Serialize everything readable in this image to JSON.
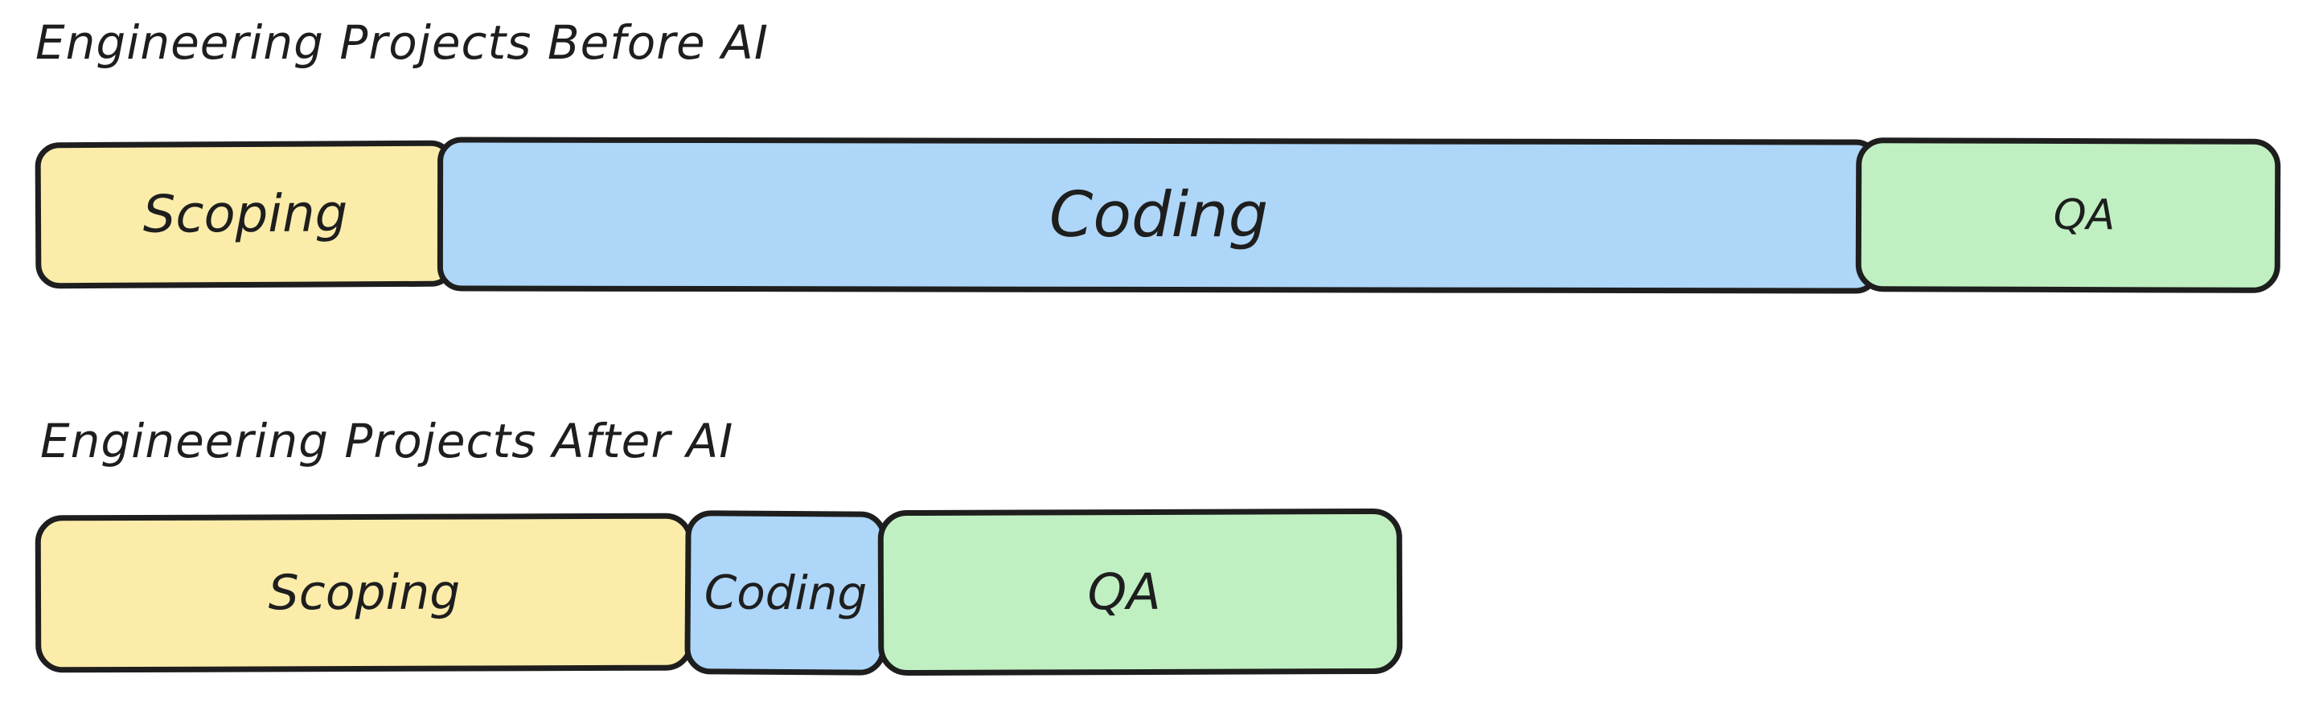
{
  "before": {
    "title": "Engineering Projects Before AI",
    "segments": {
      "scoping": "Scoping",
      "coding": "Coding",
      "qa": "QA"
    }
  },
  "after": {
    "title": "Engineering Projects After AI",
    "segments": {
      "scoping": "Scoping",
      "coding": "Coding",
      "qa": "QA"
    }
  },
  "colors": {
    "scoping": "#fcecaa",
    "coding": "#aed6f8",
    "qa": "#c0f0c2",
    "stroke": "#1e1e1e"
  }
}
